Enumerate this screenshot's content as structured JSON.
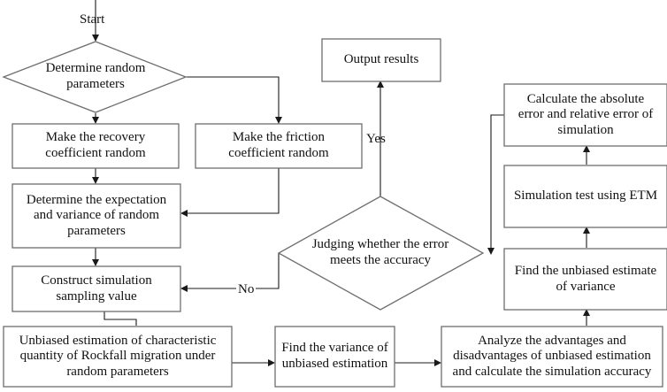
{
  "start_label": "Start",
  "nodes": {
    "determine_random_parameters": "Determine random\nparameters",
    "recovery_coefficient": "Make the recovery\ncoefficient random",
    "friction_coefficient": "Make the friction\ncoefficient random",
    "expectation_variance": "Determine the expectation\nand variance of random\nparameters",
    "construct_sampling": "Construct simulation\nsampling value",
    "unbiased_estimation": "Unbiased estimation  of characteristic\nquantity of Rockfall migration under\nrandom parameters",
    "find_variance": "Find the variance of\nunbiased estimation",
    "analyze": "Analyze the advantages and\ndisadvantages of unbiased estimation\nand calculate the simulation accuracy",
    "unbiased_variance": "Find the unbiased estimate\nof variance",
    "simulation_test": "Simulation test using ETM",
    "calculate_error": "Calculate the absolute\nerror and relative error of\nsimulation",
    "judge_error": "Judging whether the error\nmeets the accuracy",
    "output_results": "Output results"
  },
  "edge_labels": {
    "yes": "Yes",
    "no": "No"
  }
}
